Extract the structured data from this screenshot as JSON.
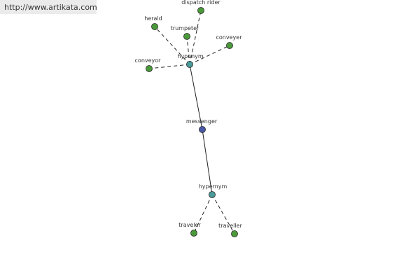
{
  "header": {
    "url": "http://www.artikata.com"
  },
  "colors": {
    "leaf": "#4a9a3a",
    "relation": "#4a9a9a",
    "root": "#4a5aa8",
    "stroke": "#222222",
    "banner": "#ebebeb"
  },
  "nodes": [
    {
      "id": "dispatch-rider",
      "label": "dispatch rider",
      "kind": "leaf"
    },
    {
      "id": "herald",
      "label": "herald",
      "kind": "leaf"
    },
    {
      "id": "trumpeter",
      "label": "trumpeter",
      "kind": "leaf"
    },
    {
      "id": "conveyer",
      "label": "conveyer",
      "kind": "leaf"
    },
    {
      "id": "conveyor",
      "label": "conveyor",
      "kind": "leaf"
    },
    {
      "id": "hyponym",
      "label": "hyponym",
      "kind": "relation"
    },
    {
      "id": "messenger",
      "label": "messenger",
      "kind": "root"
    },
    {
      "id": "hypernym",
      "label": "hypernym",
      "kind": "relation"
    },
    {
      "id": "traveler",
      "label": "traveler",
      "kind": "leaf"
    },
    {
      "id": "traveller",
      "label": "traveller",
      "kind": "leaf"
    }
  ],
  "edges": [
    {
      "from": "hyponym",
      "to": "dispatch-rider",
      "style": "dashed"
    },
    {
      "from": "hyponym",
      "to": "herald",
      "style": "dashed"
    },
    {
      "from": "hyponym",
      "to": "trumpeter",
      "style": "dashed"
    },
    {
      "from": "hyponym",
      "to": "conveyer",
      "style": "dashed"
    },
    {
      "from": "hyponym",
      "to": "conveyor",
      "style": "dashed"
    },
    {
      "from": "messenger",
      "to": "hyponym",
      "style": "solid"
    },
    {
      "from": "messenger",
      "to": "hypernym",
      "style": "solid"
    },
    {
      "from": "hypernym",
      "to": "traveler",
      "style": "dashed"
    },
    {
      "from": "hypernym",
      "to": "traveller",
      "style": "dashed"
    }
  ]
}
